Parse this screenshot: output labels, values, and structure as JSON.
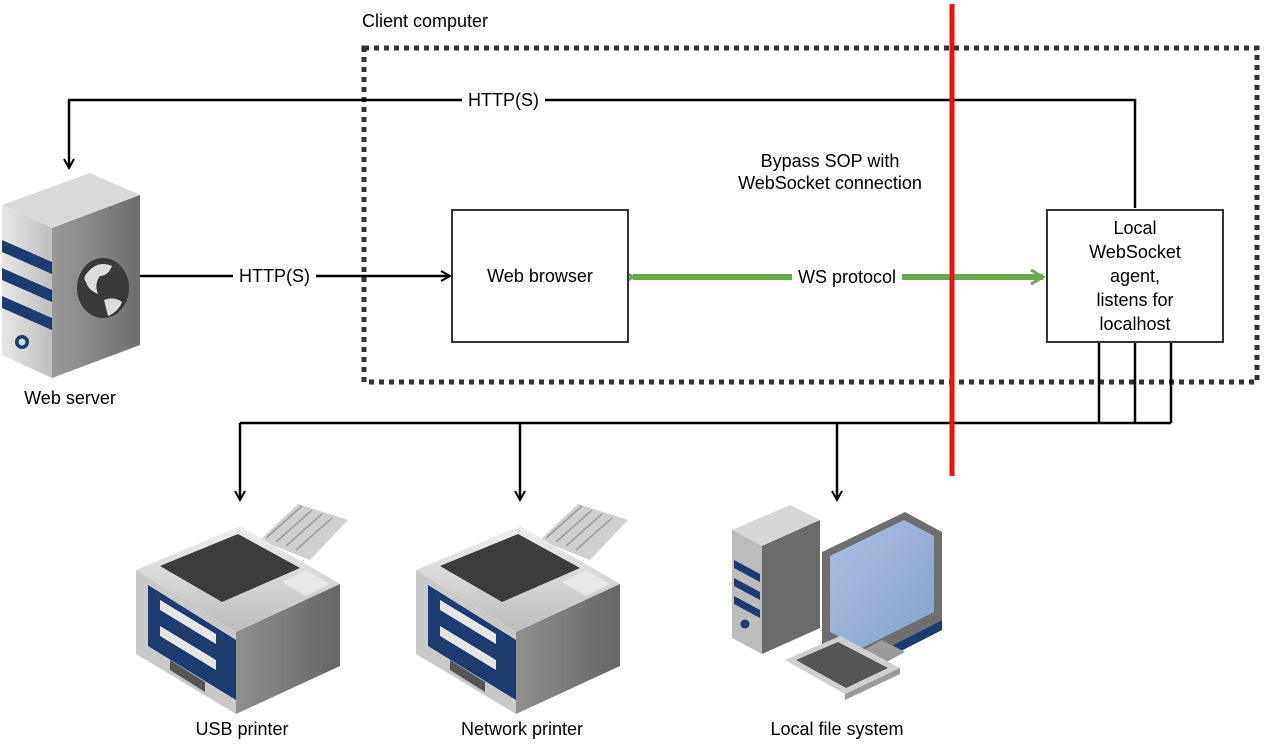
{
  "region": {
    "label": "Client computer"
  },
  "nodes": {
    "web_browser": "Web browser",
    "agent_lines": [
      "Local",
      "WebSocket",
      "agent,",
      "listens for",
      "localhost"
    ]
  },
  "icons": {
    "web_server": {
      "label": "Web server",
      "icon": "server-icon"
    },
    "usb_printer": {
      "label": "USB printer",
      "icon": "printer-icon"
    },
    "network_printer": {
      "label": "Network printer",
      "icon": "printer-icon"
    },
    "local_fs": {
      "label": "Local file system",
      "icon": "desktop-computer-icon"
    }
  },
  "connections": {
    "http_top": "HTTP(S)",
    "http_mid": "HTTP(S)",
    "ws": "WS protocol",
    "bypass_lines": [
      "Bypass SOP with",
      "WebSocket connection"
    ]
  },
  "colors": {
    "ws_arrow": "#6aa84f",
    "boundary": "#ee1111",
    "line": "#000000",
    "server_blue": "#1f3b6e"
  }
}
